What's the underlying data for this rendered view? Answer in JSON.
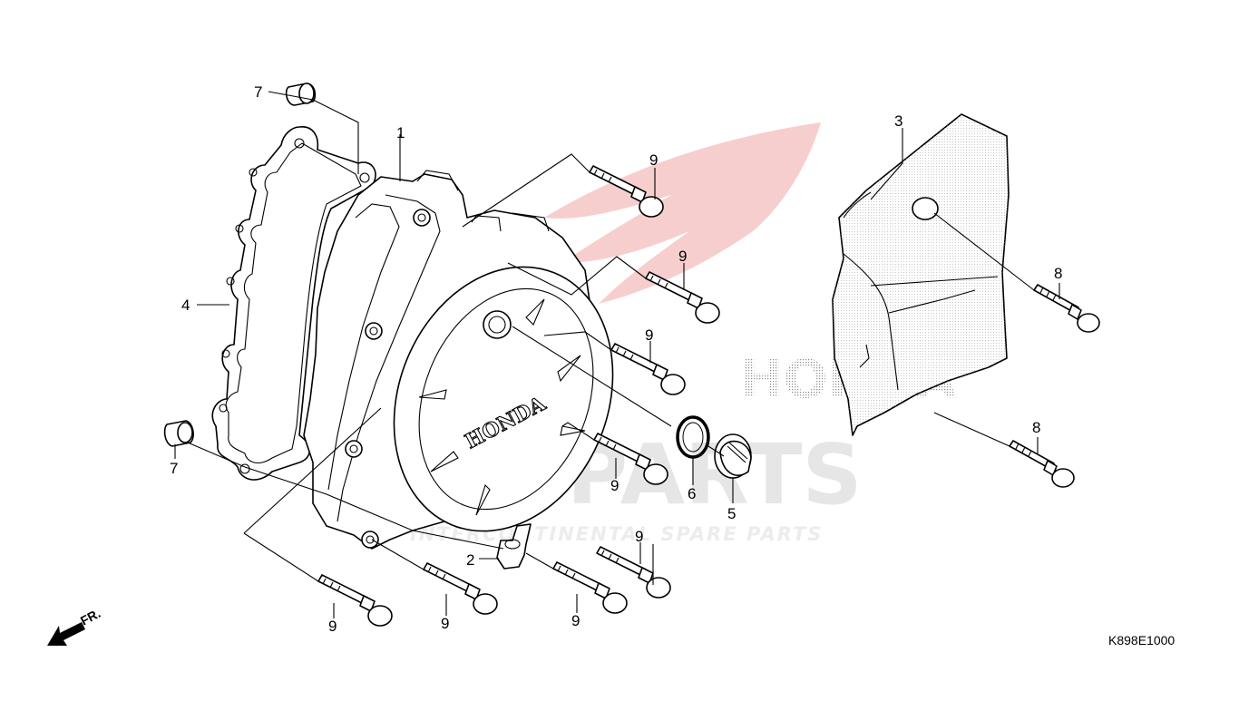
{
  "diagram": {
    "code": "K898E1000",
    "front_arrow_label": "FR.",
    "brand_emboss": "HONDA",
    "watermark": {
      "brand_text": "HONDA",
      "logo_text": "ICSPARTS",
      "tagline": "INTERCONTINENTAL SPARE PARTS",
      "accent_color": "#e31e24"
    },
    "callouts": {
      "c1": "1",
      "c2": "2",
      "c3": "3",
      "c4": "4",
      "c5": "5",
      "c6": "6",
      "c7a": "7",
      "c7b": "7",
      "c8a": "8",
      "c8b": "8",
      "c9a": "9",
      "c9b": "9",
      "c9c": "9",
      "c9d": "9",
      "c9e": "9",
      "c9f": "9",
      "c9g": "9",
      "c9h": "9"
    }
  }
}
